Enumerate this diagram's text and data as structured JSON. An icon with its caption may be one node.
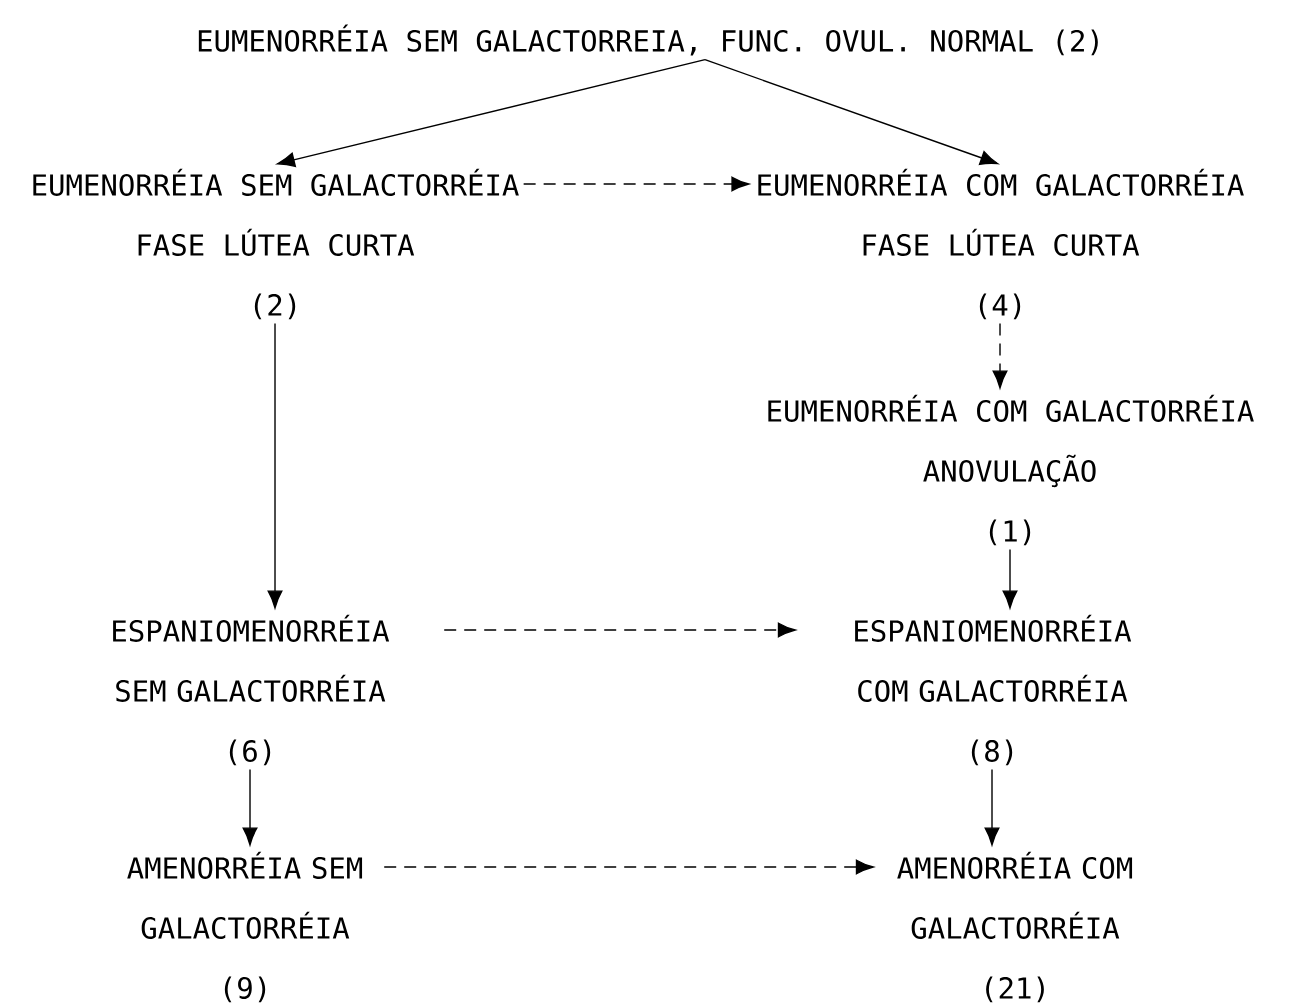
{
  "diagram": {
    "nodes": [
      {
        "text": [
          "EUMENORRÉIA SEM GALACTORREIA, FUNC. OVUL. NORMAL (2)"
        ]
      },
      {
        "text": [
          "EUMENORRÉIA SEM GALACTORRÉIA",
          "FASE LÚTEA CURTA",
          "(2)"
        ]
      },
      {
        "text": [
          "EUMENORRÉIA COM GALACTORRÉIA",
          "FASE LÚTEA CURTA",
          "(4)"
        ]
      },
      {
        "text": [
          "EUMENORRÉIA COM GALACTORRÉIA",
          "ANOVULAÇÃO",
          "(1)"
        ]
      },
      {
        "text": [
          "ESPANIOMENORRÉIA SEM GALACTORRÉIA",
          "(6)"
        ]
      },
      {
        "text": [
          "ESPANIOMENORRÉIA COM GALACTORRÉIA",
          "(8)"
        ]
      },
      {
        "text": [
          "AMENORRÉIA SEM GALACTORRÉIA",
          "(9)"
        ]
      },
      {
        "text": [
          "AMENORRÉIA COM GALACTORRÉIA",
          "(21)"
        ]
      }
    ],
    "edges": [
      {
        "from": 0,
        "to": 1,
        "arrow": "to"
      },
      {
        "from": 0,
        "to": 2,
        "arrow": "to"
      },
      {
        "from": 1,
        "to": 2,
        "arrow": "to",
        "style": "dashed"
      },
      {
        "from": 2,
        "to": 3,
        "arrow": "to",
        "style": "dashed"
      },
      {
        "from": 1,
        "to": 4,
        "arrow": "to"
      },
      {
        "from": 3,
        "to": 5,
        "arrow": "to"
      },
      {
        "from": 4,
        "to": 5,
        "arrow": "to",
        "style": "dashed"
      },
      {
        "from": 4,
        "to": 6,
        "arrow": "to"
      },
      {
        "from": 5,
        "to": 7,
        "arrow": "to"
      },
      {
        "from": 6,
        "to": 7,
        "arrow": "to",
        "style": "dashed"
      }
    ]
  }
}
